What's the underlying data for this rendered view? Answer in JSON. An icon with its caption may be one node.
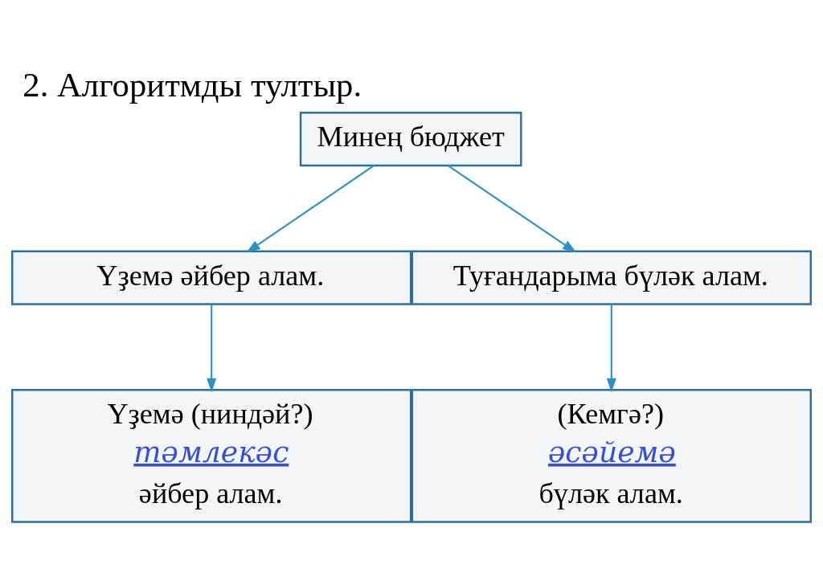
{
  "diagram": {
    "title": "2. Алгоритмды тултыр.",
    "nodes": [
      {
        "text": [
          "Минең бюджет"
        ]
      },
      {
        "text": [
          "Үҙемә әйбер алам."
        ]
      },
      {
        "text": [
          "Туғандарыма бүләк алам."
        ]
      },
      {
        "text": [
          "Үҙемә (ниндәй?)",
          "тәмлекәс",
          "әйбер алам."
        ]
      },
      {
        "text": [
          "(Кемгә?)",
          "әсәйемә",
          "бүләк алам."
        ]
      }
    ],
    "edges": [
      {
        "from": 0,
        "to": 1,
        "arrow": "to"
      },
      {
        "from": 0,
        "to": 2,
        "arrow": "to"
      },
      {
        "from": 1,
        "to": 3,
        "arrow": "to"
      },
      {
        "from": 2,
        "to": 4,
        "arrow": "to"
      }
    ]
  }
}
